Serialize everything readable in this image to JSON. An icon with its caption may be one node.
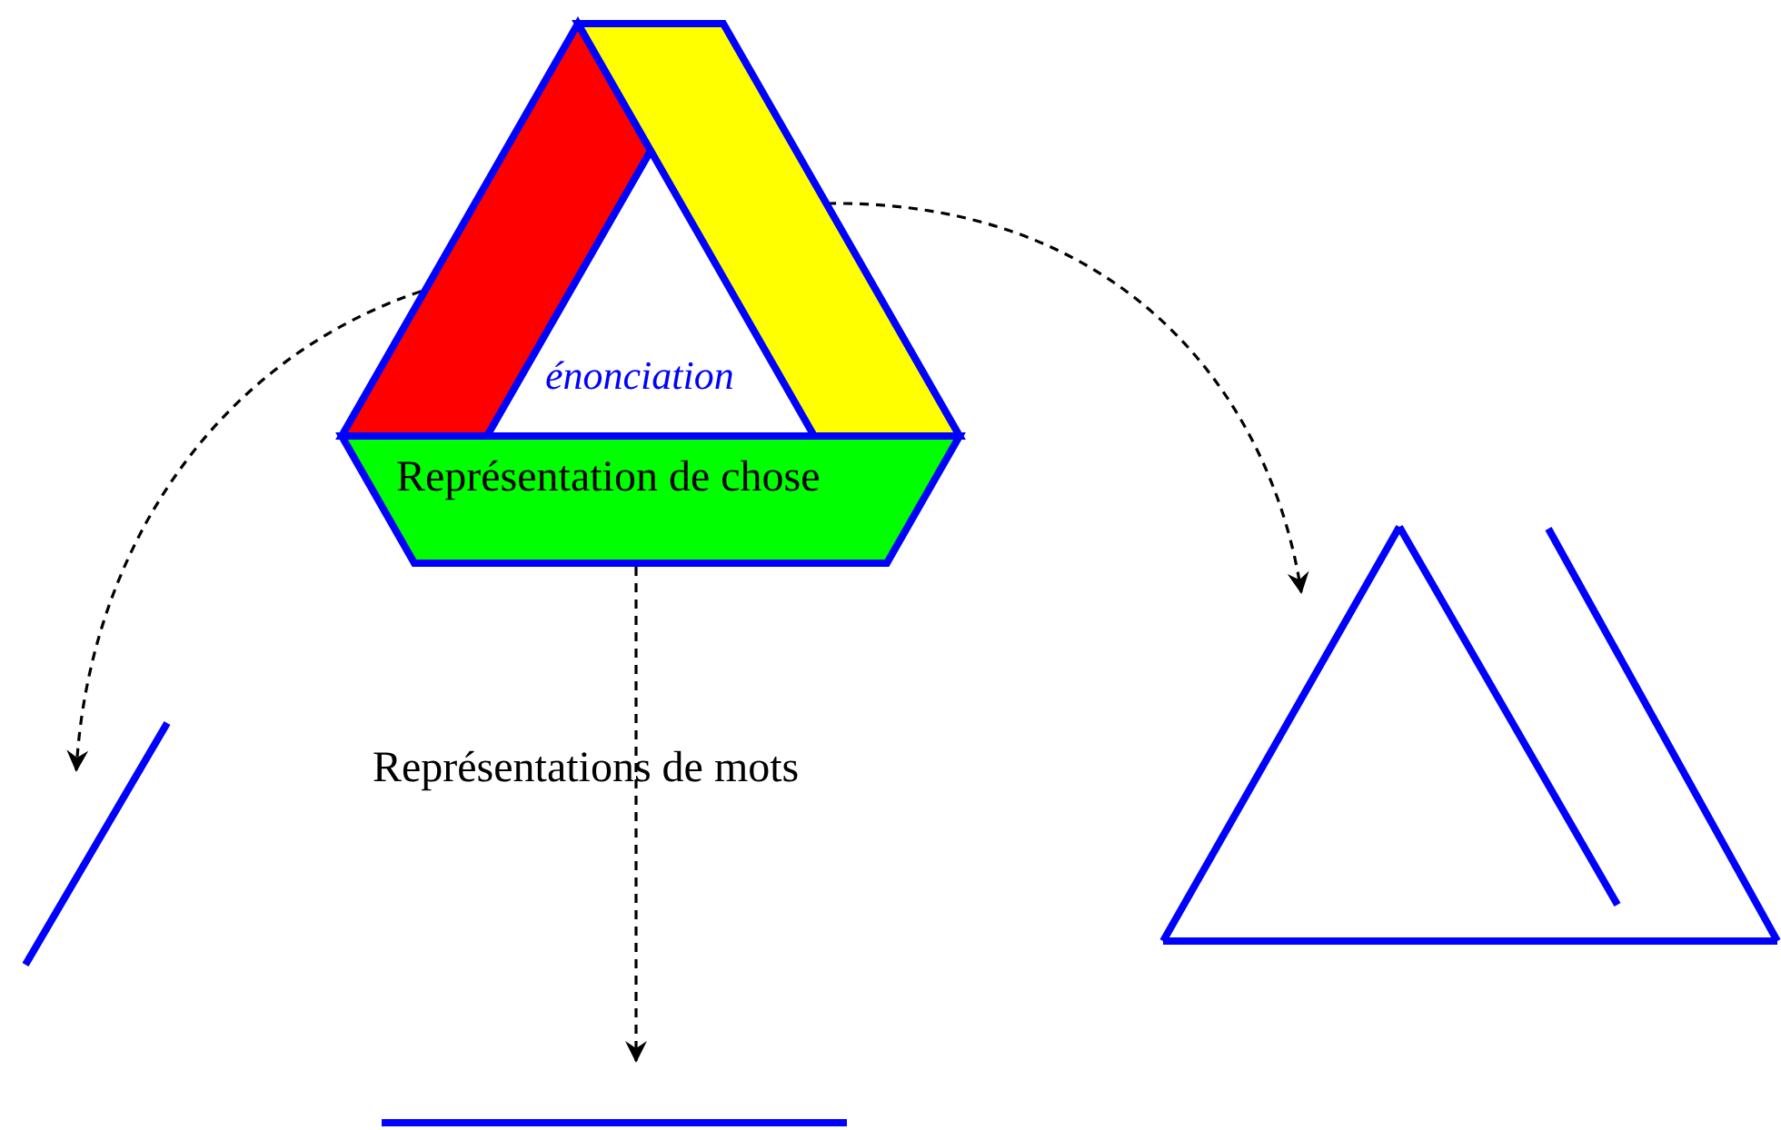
{
  "diagram": {
    "nodes": [
      {
        "text": [],
        "shape": "band"
      },
      {
        "text": [],
        "shape": "band"
      },
      {
        "text": [
          "Représentation de chose"
        ]
      },
      {
        "text": [],
        "shape": "line"
      },
      {
        "text": [],
        "shape": "triangle"
      },
      {
        "text": [],
        "shape": "line"
      }
    ],
    "edges": [
      {
        "from": 0,
        "to": 3,
        "arrow": "to",
        "style": "dashed"
      },
      {
        "from": 1,
        "to": 4,
        "arrow": "to",
        "style": "dashed"
      },
      {
        "from": 2,
        "to": 5,
        "arrow": "to",
        "style": "dashed"
      }
    ],
    "labels": [
      "énonciation",
      "Représentations de mots"
    ]
  }
}
